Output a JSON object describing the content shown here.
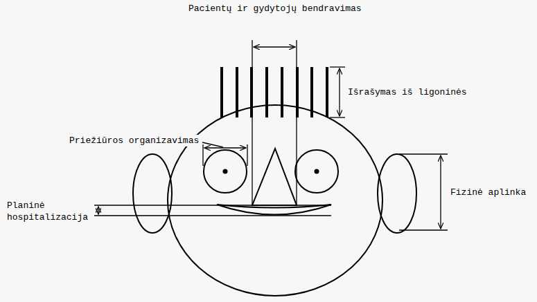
{
  "diagram": {
    "labels": [
      "Pacientų ir gydytojų bendravimas",
      "Išrašymas iš ligoninės",
      "Priežiūros organizavimas",
      "Planinė hospitalizacija",
      "Fizinė aplinka"
    ]
  }
}
